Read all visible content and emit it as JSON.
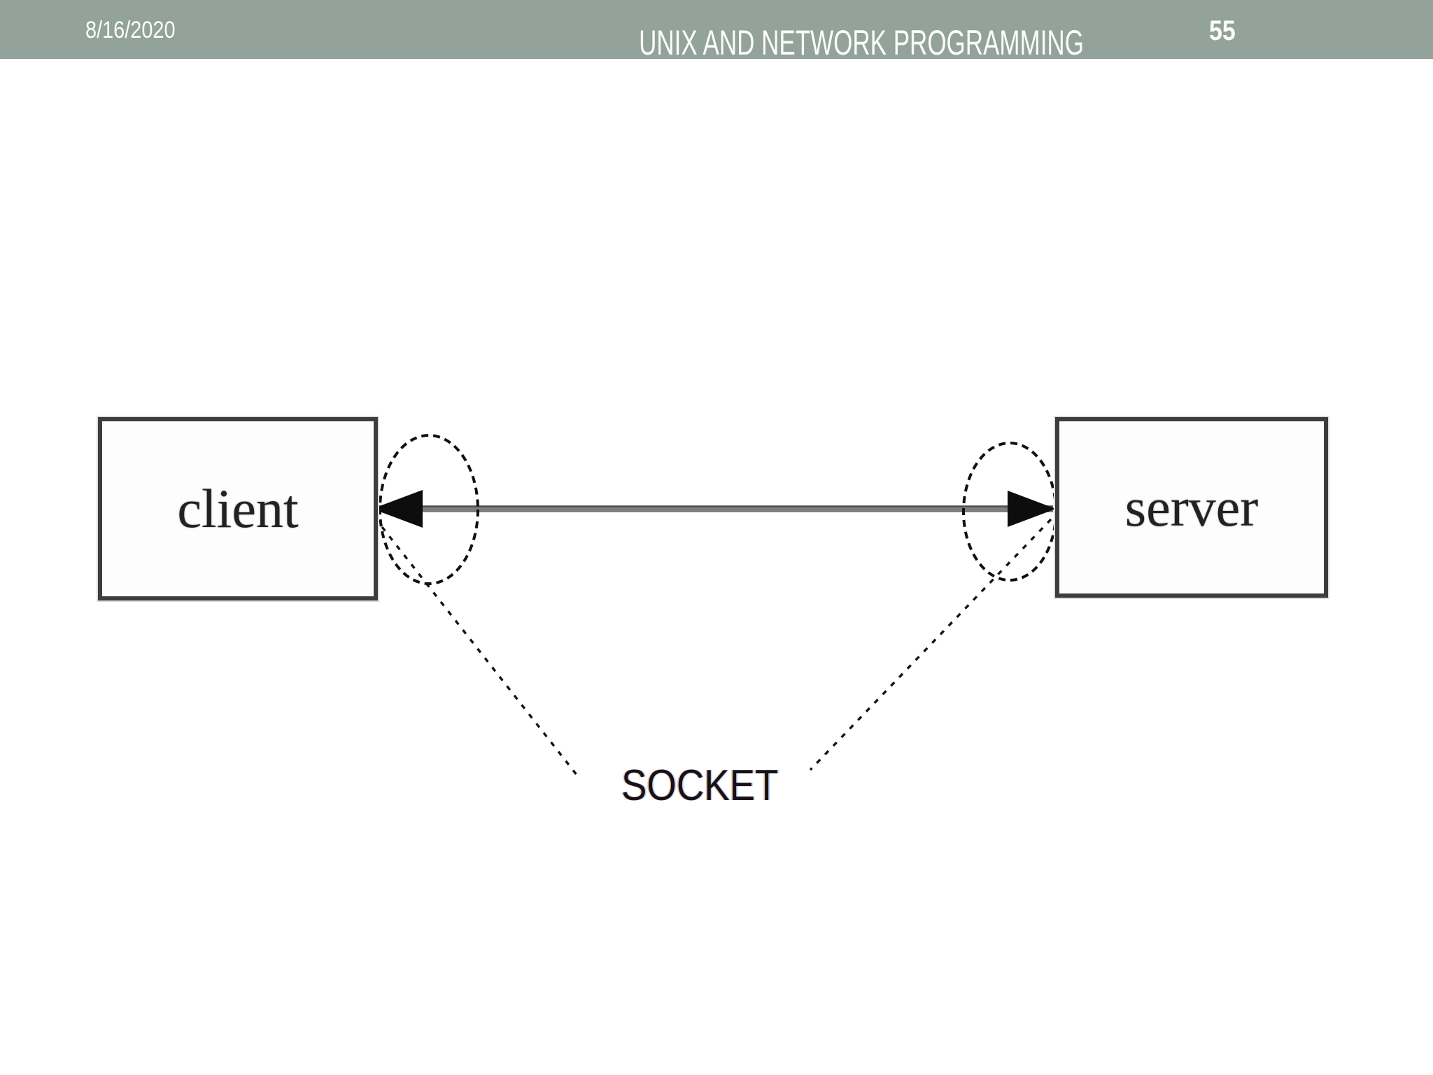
{
  "slide": {
    "header": {
      "date": "8/16/2020",
      "title": "UNIX AND NETWORK PROGRAMMING",
      "page_number": "55"
    },
    "diagram": {
      "client_box_label": "client",
      "server_box_label": "server",
      "socket_label": "SOCKET"
    },
    "colors": {
      "header_background": "#93A29A",
      "header_text": "#FFFFFF",
      "connector_gray": "#7E7E7E",
      "connector_dark_edge": "#4F4F4F",
      "shape_outline": "#111111",
      "box_border": "#3D3D3D",
      "socket_text": "#161019"
    }
  }
}
